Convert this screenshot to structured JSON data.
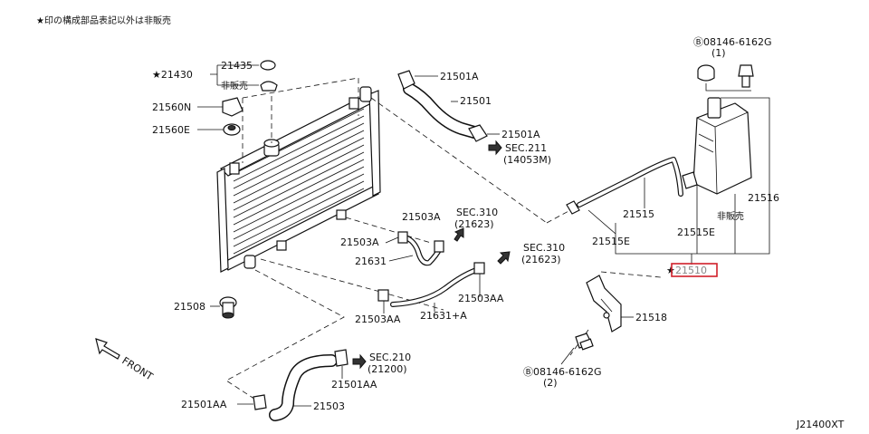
{
  "header": {
    "note": "★印の構成部品表記以外は非販売"
  },
  "diagram_code": "J21400XT",
  "front_label": "FRONT",
  "labels": {
    "l_21430": "★21430",
    "l_21435": "21435",
    "l_hihanbai_cap": "非販売",
    "l_21560N": "21560N",
    "l_21560E": "21560E",
    "l_21508": "21508",
    "l_21501A_top": "21501A",
    "l_21501": "21501",
    "l_21501A_mid": "21501A",
    "l_sec211": "SEC.211",
    "l_sec211_sub": "(14053M)",
    "l_21503A_a": "21503A",
    "l_21503A_b": "21503A",
    "l_sec310a": "SEC.310",
    "l_sec310a_sub": "(21623)",
    "l_21631": "21631",
    "l_sec310b": "SEC.310",
    "l_sec310b_sub": "(21623)",
    "l_21503AA_r": "21503AA",
    "l_21503AA_l": "21503AA",
    "l_21631A": "21631+A",
    "l_sec210": "SEC.210",
    "l_sec210_sub": "(21200)",
    "l_21501AA_r": "21501AA",
    "l_21501AA_l": "21501AA",
    "l_21503": "21503",
    "l_bolt_top": "Ⓑ08146-6162G",
    "l_bolt_top_qty": "(1)",
    "l_21516": "21516",
    "l_hihanbai_tank": "非販売",
    "l_21515": "21515",
    "l_21515E_a": "21515E",
    "l_21515E_b": "21515E",
    "l_21510_star": "★",
    "l_21510": "21510",
    "l_21518": "21518",
    "l_bolt_bot": "Ⓑ08146-6162G",
    "l_bolt_bot_qty": "(2)"
  },
  "highlight": {
    "part": "21510",
    "color": "#d0202a"
  }
}
